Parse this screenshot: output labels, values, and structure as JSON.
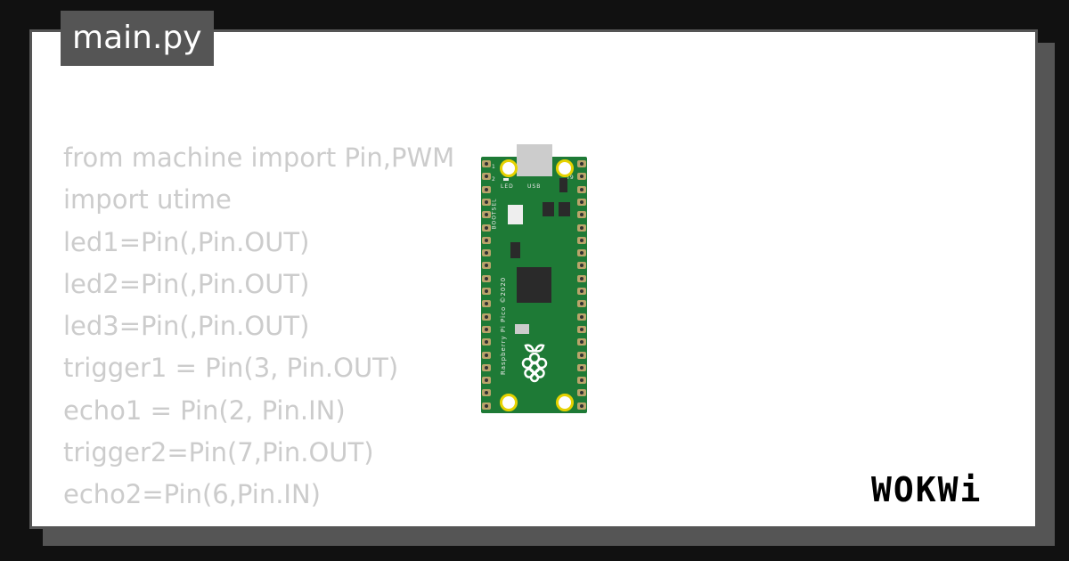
{
  "title_tab": {
    "label": "main.py"
  },
  "code_lines": [
    "from machine import Pin,PWM",
    "import utime",
    "led1=Pin(,Pin.OUT)",
    "led2=Pin(,Pin.OUT)",
    "led3=Pin(,Pin.OUT)",
    "trigger1 = Pin(3, Pin.OUT)",
    "echo1 = Pin(2, Pin.IN)",
    "trigger2=Pin(7,Pin.OUT)",
    "echo2=Pin(6,Pin.IN)"
  ],
  "board": {
    "name": "Raspberry Pi Pico ©2020",
    "labels": {
      "pin1": "1",
      "pin2": "2",
      "pin39": "39",
      "led": "LED",
      "usb": "USB",
      "bootsel": "BOOTSEL"
    },
    "pcb_color": "#1e7a36"
  },
  "brand": {
    "logo": "WOKWi"
  }
}
